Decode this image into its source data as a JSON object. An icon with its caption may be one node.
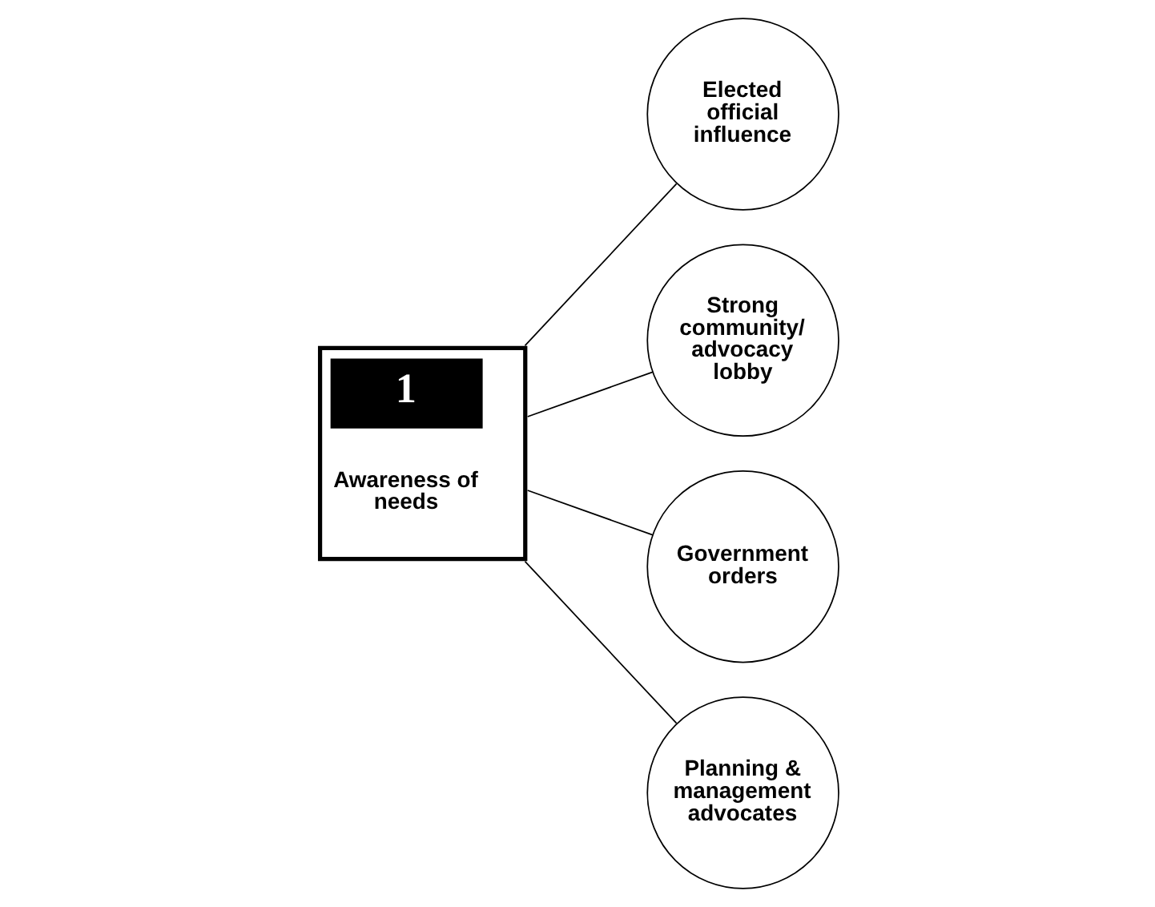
{
  "diagram": {
    "nodes": [
      {
        "text": [
          "1",
          "Awareness of needs"
        ]
      },
      {
        "text": [
          "Elected official influence"
        ]
      },
      {
        "text": [
          "Strong community/ advocacy lobby"
        ]
      },
      {
        "text": [
          "Government orders"
        ]
      },
      {
        "text": [
          "Planning & management advocates"
        ]
      }
    ],
    "edges": [
      {
        "from": 0,
        "to": 1,
        "arrow": "none"
      },
      {
        "from": 0,
        "to": 2,
        "arrow": "none"
      },
      {
        "from": 0,
        "to": 3,
        "arrow": "none"
      },
      {
        "from": 0,
        "to": 4,
        "arrow": "none"
      }
    ]
  }
}
